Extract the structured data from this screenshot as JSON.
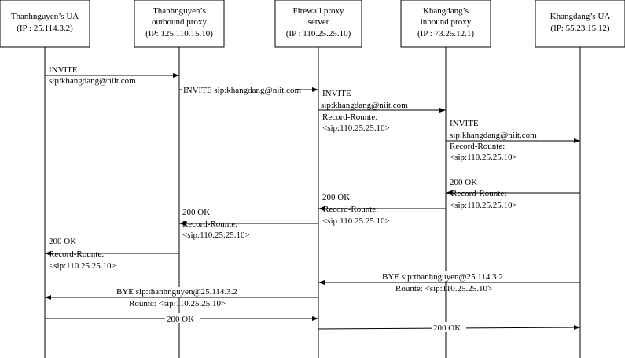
{
  "participants": [
    {
      "id": "thanhnguyen-ua",
      "line1": "Thanhnguyen’s UA",
      "line2": "(IP : 25.114.3.2)",
      "line3": ""
    },
    {
      "id": "thanhnguyen-outbound-proxy",
      "line1": "Thanhnguyen’s",
      "line2": "outbound proxy",
      "line3": "(IP: 125.110.15.10)"
    },
    {
      "id": "firewall-proxy-server",
      "line1": "Firewall proxy",
      "line2": "server",
      "line3": "(IP : 110.25.25.10)"
    },
    {
      "id": "khangdang-inbound-proxy",
      "line1": "Khangdang’s",
      "line2": "inbound proxy",
      "line3": "(IP : 73.25.12.1)"
    },
    {
      "id": "khangdang-ua",
      "line1": "Khangdang’s UA",
      "line2": "(IP: 55.23.15.12)",
      "line3": ""
    }
  ],
  "messages": [
    {
      "id": "invite-1",
      "lines": [
        "INVITE",
        "sip:khangdang@niit.com"
      ]
    },
    {
      "id": "invite-2",
      "lines": [
        "INVITE sip:khangdang@niit.com"
      ]
    },
    {
      "id": "invite-3",
      "lines": [
        "INVITE",
        "sip:khangdang@niit.com",
        "Record-Rounte:",
        "<sip:110.25.25.10>"
      ]
    },
    {
      "id": "invite-4",
      "lines": [
        "INVITE",
        "sip:khangdang@niit.com",
        "Record-Rounte:",
        "<sip:110.25.25.10>"
      ]
    },
    {
      "id": "ok-1",
      "lines": [
        "200 OK",
        "Record-Rounte:",
        "<sip:110.25.25.10>"
      ]
    },
    {
      "id": "ok-2",
      "lines": [
        "200 OK",
        "Record-Rounte:",
        "<sip:110.25.25.10>"
      ]
    },
    {
      "id": "ok-3",
      "lines": [
        "200 OK",
        "Record-Rounte:",
        "<sip:110.25.25.10>"
      ]
    },
    {
      "id": "ok-4",
      "lines": [
        "200 OK",
        "Record-Rounte:",
        "<sip:110.25.25.10>"
      ]
    },
    {
      "id": "bye-1",
      "lines": [
        "BYE sip:thanhnguyen@25.114.3.2",
        "Rounte: <sip:110.25.25.10>"
      ]
    },
    {
      "id": "bye-2",
      "lines": [
        "BYE sip:thanhnguyen@25.114.3.2",
        "Rounte: <sip:110.25.25.10>"
      ]
    },
    {
      "id": "ok-bye-1",
      "lines": [
        "200 OK"
      ]
    },
    {
      "id": "ok-bye-2",
      "lines": [
        "200 OK"
      ]
    }
  ]
}
